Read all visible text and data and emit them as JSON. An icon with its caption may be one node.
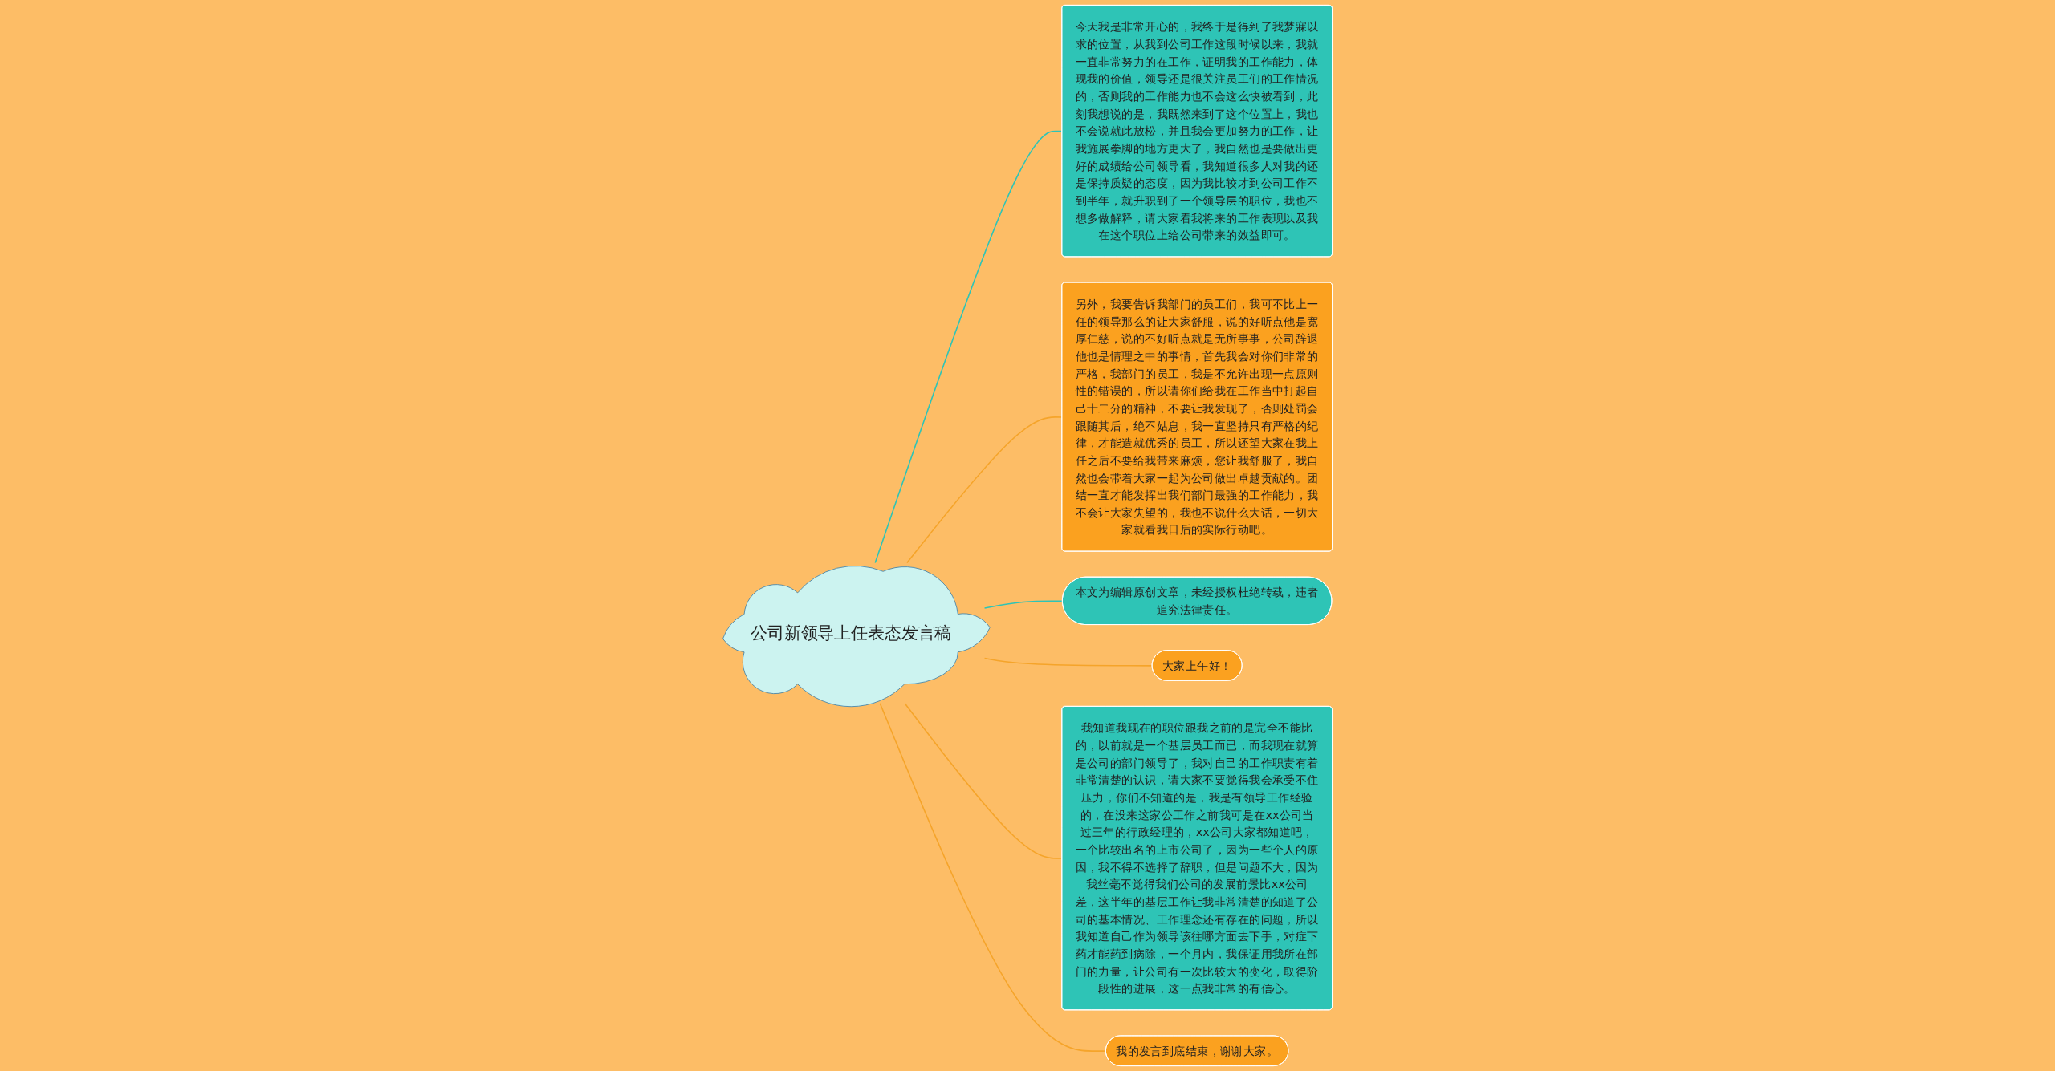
{
  "diagram": {
    "nodes": [
      {
        "text": [
          "公司新领导上任表态发言稿"
        ]
      },
      {
        "text": [
          "今天我是非常开心的，我终于是得到了我梦寐以求的位置，从我到公司工作这段时候以来，我就一直非常努力的在工作，证明我的工作能力，体现我的价值，领导还是很关注员工们的工作情况的，否则我的工作能力也不会这么快被看到，此刻我想说的是，我既然来到了这个位置上，我也不会说就此放松，并且我会更加努力的工作，让我施展拳脚的地方更大了，我自然也是要做出更好的成绩给公司领导看，我知道很多人对我的还是保持质疑的态度，因为我比较才到公司工作不到半年，就升职到了一个领导层的职位，我也不想多做解释，请大家看我将来的工作表现以及我在这个职位上给公司带来的效益即可。"
        ]
      },
      {
        "text": [
          "另外，我要告诉我部门的员工们，我可不比上一任的领导那么的让大家舒服，说的好听点他是宽厚仁慈，说的不好听点就是无所事事，公司辞退他也是情理之中的事情，首先我会对你们非常的严格，我部门的员工，我是不允许出现一点原则性的错误的，所以请你们给我在工作当中打起自己十二分的精神，不要让我发现了，否则处罚会跟随其后，绝不姑息，我一直坚持只有严格的纪律，才能造就优秀的员工，所以还望大家在我上任之后不要给我带来麻烦，您让我舒服了，我自然也会带着大家一起为公司做出卓越贡献的。团结一直才能发挥出我们部门最强的工作能力，我不会让大家失望的，我也不说什么大话，一切大家就看我日后的实际行动吧。"
        ]
      },
      {
        "text": [
          "本文为编辑原创文章，未经授权杜绝转载，违者追究法律责任。"
        ]
      },
      {
        "text": [
          "大家上午好！"
        ]
      },
      {
        "text": [
          "我知道我现在的职位跟我之前的是完全不能比的，以前就是一个基层员工而已，而我现在就算是公司的部门领导了，我对自己的工作职责有着非常清楚的认识，请大家不要觉得我会承受不住压力，你们不知道的是，我是有领导工作经验的，在没来这家公工作之前我可是在xx公司当过三年的行政经理的，xx公司大家都知道吧，一个比较出名的上市公司了，因为一些个人的原因，我不得不选择了辞职，但是问题不大，因为我丝毫不觉得我们公司的发展前景比xx公司差，这半年的基层工作让我非常清楚的知道了公司的基本情况、工作理念还有存在的问题，所以我知道自己作为领导该往哪方面去下手，对症下药才能药到病除，一个月内，我保证用我所在部门的力量，让公司有一次比较大的变化，取得阶段性的进展，这一点我非常的有信心。"
        ]
      },
      {
        "text": [
          "我的发言到底结束，谢谢大家。"
        ]
      }
    ],
    "edges": [
      {
        "from": 0,
        "to": 1,
        "arrow": "none",
        "color": "#2ec4b6"
      },
      {
        "from": 0,
        "to": 2,
        "arrow": "none"
      },
      {
        "from": 0,
        "to": 3,
        "arrow": "none",
        "color": "#2ec4b6"
      },
      {
        "from": 0,
        "to": 4,
        "arrow": "none"
      },
      {
        "from": 0,
        "to": 5,
        "arrow": "none"
      },
      {
        "from": 0,
        "to": 6,
        "arrow": "none"
      }
    ]
  }
}
